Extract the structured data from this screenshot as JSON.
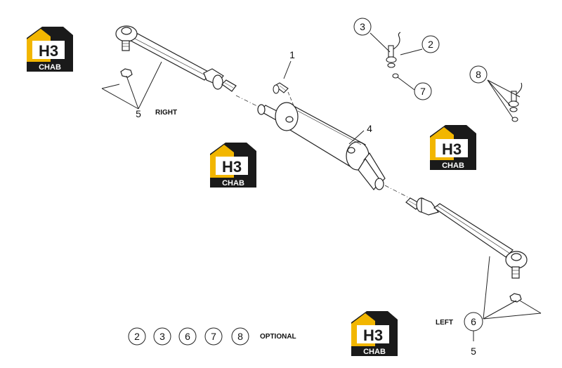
{
  "labels": {
    "right": "RIGHT",
    "left": "LEFT",
    "optional": "OPTIONAL"
  },
  "callouts": {
    "n1": "1",
    "n2": "2",
    "n3": "3",
    "n4": "4",
    "n5_right": "5",
    "n5_left": "5",
    "n6": "6",
    "n7": "7",
    "n8": "8"
  },
  "optional_parts": [
    "2",
    "3",
    "6",
    "7",
    "8"
  ],
  "watermark": {
    "letters": "H3",
    "word": "CHAB",
    "colors": {
      "yellow": "#f2b600",
      "dark": "#1a1a1a"
    }
  },
  "colors": {
    "line": "#222222",
    "part_fill": "#ffffff"
  }
}
